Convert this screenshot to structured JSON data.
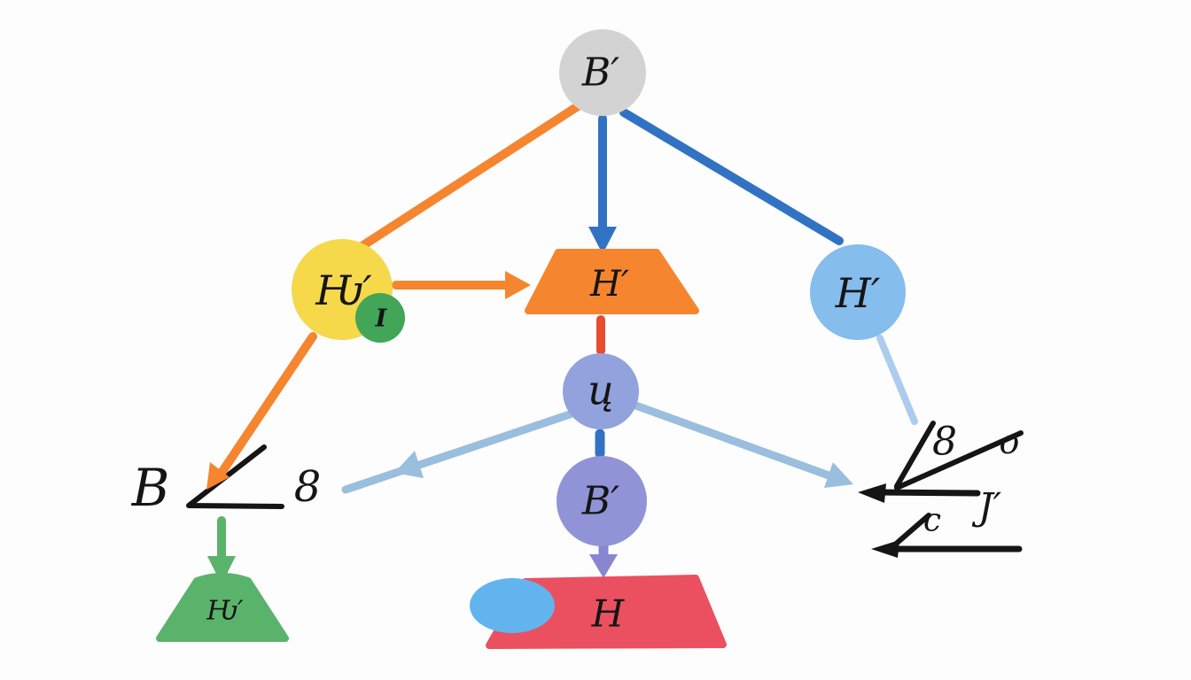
{
  "nodes": {
    "root": {
      "label": "B′"
    },
    "hw_yellow": {
      "label": "Ƕ′"
    },
    "i_green": {
      "label": "I"
    },
    "h_trap_orange": {
      "label": "H′"
    },
    "h_blue": {
      "label": "H′"
    },
    "u_mid": {
      "label": "ų"
    },
    "b_mid": {
      "label": "B′"
    },
    "h_trap_red": {
      "label": "H"
    },
    "hw_trap_green": {
      "label": "Ƕ′"
    }
  },
  "annotations": {
    "b_script": "B",
    "eight_left": "8",
    "eight_right": "8",
    "o_right": "o",
    "j_prime": "J′",
    "c_label": "c"
  },
  "colors": {
    "background": "#fdfdfd",
    "node_gray": "#d3d3d3",
    "yellow": "#f6d84b",
    "green_circle": "#42a558",
    "green_shape": "#5ab36b",
    "orange": "#f5852f",
    "blue_strong": "#3173c2",
    "blue_circle": "#85bdec",
    "periwinkle_u": "#92a2dc",
    "periwinkle_b": "#9094d7",
    "purple_arrow": "#8a85d0",
    "red_line": "#e84b2f",
    "red_shape": "#ea5060",
    "blue_ellipse": "#62b4ee",
    "lightblue_arrow": "#9abedd",
    "lightblue_line": "#accced",
    "black": "#151515"
  }
}
